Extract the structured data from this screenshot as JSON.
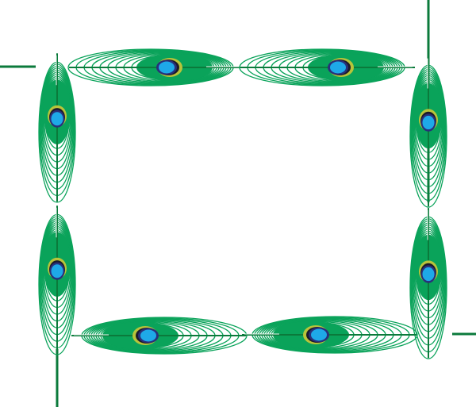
{
  "image": {
    "subject": "peacock-feather-frame",
    "colors": {
      "background": "#ffffff",
      "barbs": "#0aa35a",
      "stem": "#0b7a3b",
      "eye_ring": "#b8c43a",
      "eye_dark": "#28307a",
      "eye_light": "#1ea9e8"
    },
    "feathers": [
      {
        "id": "top-left",
        "orientation": "horizontal"
      },
      {
        "id": "top-right",
        "orientation": "horizontal"
      },
      {
        "id": "left-upper",
        "orientation": "vertical"
      },
      {
        "id": "left-lower",
        "orientation": "vertical"
      },
      {
        "id": "right-upper",
        "orientation": "vertical"
      },
      {
        "id": "right-lower",
        "orientation": "vertical"
      },
      {
        "id": "bottom-left",
        "orientation": "horizontal"
      },
      {
        "id": "bottom-right",
        "orientation": "horizontal"
      }
    ]
  }
}
